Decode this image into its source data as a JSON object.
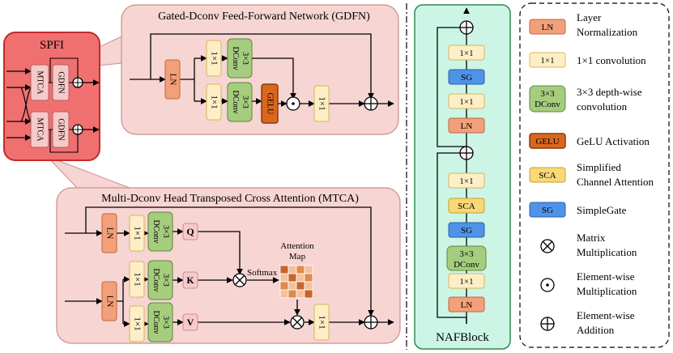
{
  "gdfn": {
    "title": "Gated-Dconv Feed-Forward Network (GDFN)"
  },
  "mtca": {
    "title": "Multi-Dconv Head Transposed Cross Attention (MTCA)"
  },
  "spfi": {
    "title": "SPFI",
    "mtca_label": "MTCA",
    "gdfn_label": "GDFN"
  },
  "blocks": {
    "ln": "LN",
    "conv1": "1×1",
    "conv3_a": "3×3",
    "conv3_b": "DConv",
    "gelu": "GELU",
    "sca": "SCA",
    "sg": "SG"
  },
  "attention": {
    "q": "Q",
    "k": "K",
    "v": "V",
    "softmax": "Softmax",
    "map_line1": "Attention",
    "map_line2": "Map"
  },
  "nafblock": {
    "title": "NAFBlock"
  },
  "legend": {
    "items": [
      {
        "key": "LN",
        "line1": "Layer",
        "line2": "Normalization"
      },
      {
        "key": "1×1",
        "line1": "1×1 convolution",
        "line2": ""
      },
      {
        "key": "3×3 DConv",
        "line1": "3×3 depth-wise",
        "line2": "convolution"
      },
      {
        "key": "GELU",
        "line1": "GeLU Activation",
        "line2": ""
      },
      {
        "key": "SCA",
        "line1": "Simplified",
        "line2": "Channel Attention"
      },
      {
        "key": "SG",
        "line1": "SimpleGate",
        "line2": ""
      },
      {
        "key": "⊗",
        "line1": "Matrix",
        "line2": "Multiplication"
      },
      {
        "key": "⊙",
        "line1": "Element-wise",
        "line2": "Multiplication"
      },
      {
        "key": "⊕",
        "line1": "Element-wise",
        "line2": "Addition"
      }
    ]
  },
  "colors": {
    "panel_fill": "#f6d5d3",
    "panel_stroke": "#c98f8f",
    "spfi_fill": "#f07070",
    "spfi_stroke": "#c02a2a",
    "naf_fill": "#ccf5e6",
    "ln_fill": "#f2a07a",
    "conv1_fill": "#fdeec6",
    "dconv_fill": "#a6cc7e",
    "gelu_fill": "#d9671e",
    "sca_fill": "#f8d877",
    "sg_fill": "#4f93e8",
    "attn_dark": "#c8652a",
    "attn_light": "#f3c29c"
  }
}
